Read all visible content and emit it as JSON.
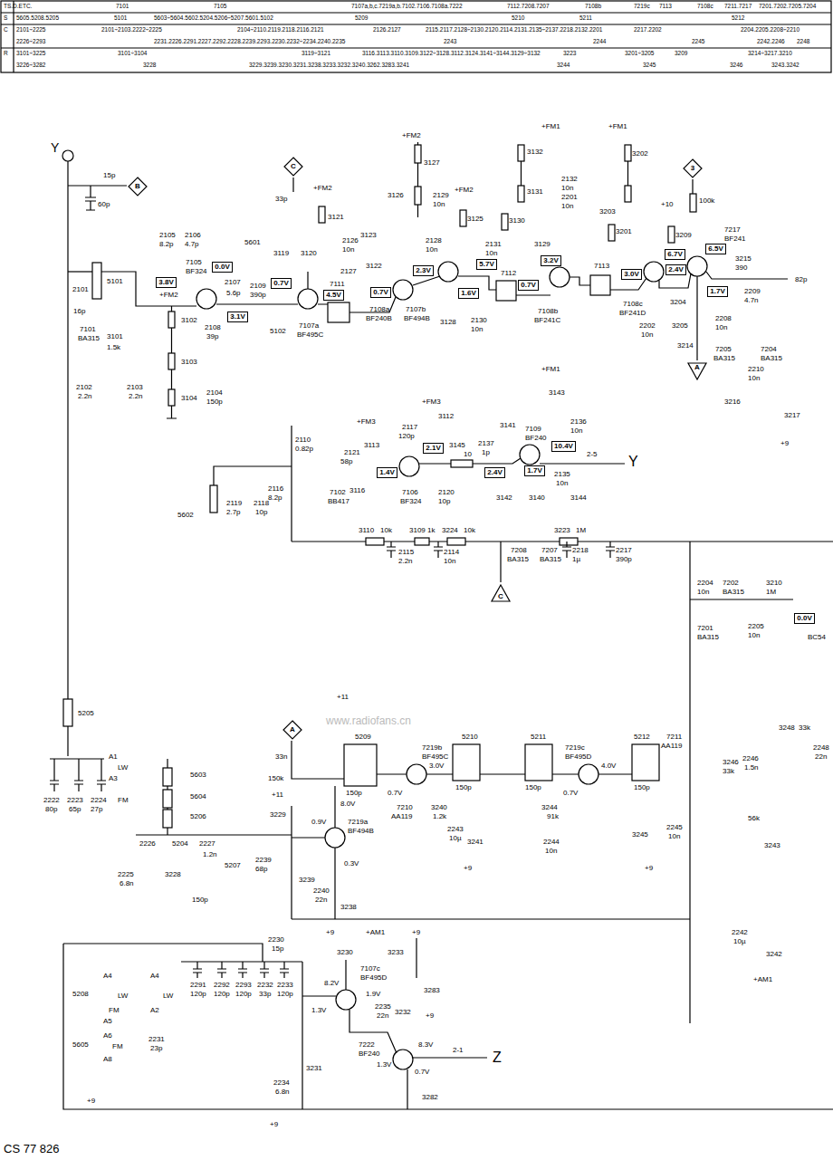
{
  "diagram": {
    "nodes": [
      {
        "text": [
          "C"
        ]
      },
      {
        "text": [
          "3"
        ]
      },
      {
        "text": [
          "B"
        ]
      },
      {
        "text": [
          "6.5V"
        ]
      },
      {
        "text": [
          "6.7V"
        ]
      },
      {
        "text": [
          "3.2V"
        ]
      },
      {
        "text": [
          "5.7V"
        ]
      },
      {
        "text": [
          "0.0V"
        ]
      },
      {
        "text": [
          "2.4V"
        ]
      },
      {
        "text": [
          "2.3V"
        ]
      },
      {
        "text": [
          "3.0V"
        ]
      },
      {
        "text": [
          "3.8V"
        ]
      },
      {
        "text": [
          "0.7V"
        ]
      },
      {
        "text": [
          "0.7V"
        ]
      },
      {
        "text": [
          "1.7V"
        ]
      },
      {
        "text": [
          "0.7V"
        ]
      },
      {
        "text": [
          "1.6V"
        ]
      },
      {
        "text": [
          "4.5V"
        ]
      },
      {
        "text": [
          "3.1V"
        ]
      },
      {
        "text": [
          "A"
        ]
      },
      {
        "text": [
          "10.4V"
        ]
      },
      {
        "text": [
          "2.1V"
        ]
      },
      {
        "text": [
          "1.7V"
        ]
      },
      {
        "text": [
          "1.4V"
        ]
      },
      {
        "text": [
          "2.4V"
        ]
      },
      {
        "text": [
          "C"
        ]
      },
      {
        "text": [
          "0.0V"
        ]
      },
      {
        "text": [
          "A"
        ]
      }
    ],
    "labels": [
      "TS.D.ETC.",
      "7101",
      "7105",
      "7107a,b,c.7219a,b.7102.7106.7108a.7222",
      "7112.7208.7207",
      "7108b",
      "7219c",
      "7113",
      "7108c",
      "7211.7217",
      "7201.7202.7205.7204",
      "S",
      "5605.5208.5205",
      "5101",
      "5603÷5604.5602.5204.5206÷5207.5601.5102",
      "5209",
      "5210",
      "5211",
      "5212",
      "C",
      "2101÷2225",
      "2101÷2103.2222÷2225",
      "2104÷2110.2119.2118.2116.2121",
      "2126.2127",
      "2115.2117.2128÷2130.2120.2114.2131.2135÷2137.2218.2132.2201",
      "2217.2202",
      "2204.2205.2208÷2210",
      "2226÷2293",
      "2231.2226.2291.2227.2292.2228.2239.2293.2230.2232÷2234.2240.2235",
      "2243",
      "2244",
      "2245",
      "2242.2246",
      "2248",
      "R",
      "3101÷3225",
      "3101÷3104",
      "3119÷3121",
      "3116.3113.3110.3109.3122÷3128.3112.3124.3141÷3144.3129÷3132",
      "3223",
      "3201÷3205",
      "3209",
      "3214÷3217.3210",
      "3226÷3282",
      "3228",
      "3229.3239.3230.3231.3238.3233.3232.3240.3262.3283.3241",
      "3244",
      "3245",
      "3246",
      "3243.3242",
      "Y",
      "15p",
      "60p",
      "2101",
      "16p",
      "7101",
      "BA315",
      "5101",
      "2102",
      "2.2n",
      "3101",
      "1.5k",
      "2103",
      "2.2n",
      "+FM2",
      "3102",
      "3103",
      "3104",
      "2104",
      "150p",
      "7105",
      "BF324",
      "2105",
      "8.2p",
      "2106",
      "4.7p",
      "5601",
      "2107",
      "5.6p",
      "2108",
      "39p",
      "2109",
      "390p",
      "5102",
      "+FM2",
      "33p",
      "3121",
      "3119",
      "3120",
      "2126",
      "10n",
      "7107a",
      "BF495C",
      "7111",
      "2127",
      "3123",
      "3122",
      "+FM2",
      "3127",
      "3126",
      "2129",
      "10n",
      "+FM2",
      "3125",
      "2128",
      "10n",
      "7108a",
      "BF240B",
      "7107b",
      "BF494B",
      "3128",
      "2130",
      "10n",
      "+FM1",
      "3132",
      "3131",
      "2132",
      "10n",
      "2201",
      "10n",
      "3130",
      "2131",
      "10n",
      "3129",
      "7112",
      "7108b",
      "BF241C",
      "7113",
      "+FM1",
      "3202",
      "3203",
      "3201",
      "+10",
      "3209",
      "7108c",
      "BF241D",
      "3204",
      "2202",
      "10n",
      "3205",
      "7217",
      "BF241",
      "3215",
      "390",
      "3214",
      "2209",
      "4.7n",
      "2208",
      "10n",
      "82p",
      "7205",
      "BA315",
      "7204",
      "BA315",
      "2210",
      "10n",
      "3216",
      "3217",
      "+9",
      "100k",
      "+FM3",
      "3112",
      "+FM3",
      "3113",
      "2117",
      "120p",
      "3145",
      "10",
      "2110",
      "0.82p",
      "2121",
      "58p",
      "3116",
      "7106",
      "BF324",
      "2120",
      "10p",
      "2137",
      "1p",
      "+FM1",
      "3143",
      "3141",
      "2136",
      "10n",
      "7109",
      "BF240",
      "3142",
      "3140",
      "2135",
      "10n",
      "3144",
      "2-5",
      "Y",
      "2116",
      "8.2p",
      "5602",
      "2119",
      "2.7p",
      "2118",
      "10p",
      "7102",
      "BB417",
      "3110",
      "10k",
      "3109",
      "1k",
      "3224",
      "10k",
      "3223",
      "1M",
      "2115",
      "2.2n",
      "2114",
      "10n",
      "7208",
      "BA315",
      "7207",
      "BA315",
      "2218",
      "1µ",
      "2217",
      "390p",
      "2204",
      "10n",
      "7202",
      "BA315",
      "3210",
      "1M",
      "7201",
      "BA315",
      "2205",
      "10n",
      "BC54",
      "www.radiofans.cn",
      "+11",
      "33n",
      "150k",
      "5209",
      "150p",
      "7219b",
      "BF495C",
      "0.7V",
      "3.0V",
      "5210",
      "150p",
      "5211",
      "150p",
      "7219c",
      "BF495D",
      "0.7V",
      "4.0V",
      "5212",
      "150p",
      "7211",
      "AA119",
      "3248",
      "33k",
      "2248",
      "22n",
      "2246",
      "1.5n",
      "3246",
      "33k",
      "7210",
      "AA119",
      "3240",
      "1.2k",
      "3244",
      "91k",
      "2243",
      "10µ",
      "3241",
      "+9",
      "2244",
      "10n",
      "3245",
      "2245",
      "10n",
      "+9",
      "56k",
      "3243",
      "2242",
      "10µ",
      "3242",
      "+AM1",
      "+11",
      "3229",
      "3239",
      "7219a",
      "BF494B",
      "8.0V",
      "0.9V",
      "0.3V",
      "2240",
      "22n",
      "3238",
      "5205",
      "2222",
      "80p",
      "2223",
      "65p",
      "2224",
      "27p",
      "A1",
      "LW",
      "A3",
      "FM",
      "5603",
      "5604",
      "5206",
      "2226",
      "5204",
      "2227",
      "1.2n",
      "5207",
      "2239",
      "68p",
      "2225",
      "6.8n",
      "3228",
      "150p",
      "2230",
      "15p",
      "+9",
      "+AM1",
      "+9",
      "3230",
      "7107c",
      "BF495D",
      "8.2V",
      "1.9V",
      "3233",
      "1.3V",
      "2235",
      "22n",
      "3232",
      "+9",
      "3283",
      "7222",
      "BF240",
      "8.3V",
      "1.3V",
      "0.7V",
      "2-1",
      "Z",
      "3231",
      "3282",
      "2234",
      "6.8n",
      "+9",
      "2291",
      "120p",
      "2292",
      "120p",
      "2293",
      "120p",
      "2232",
      "33p",
      "2233",
      "120p",
      "5208",
      "A4",
      "LW",
      "FM",
      "A5",
      "A4",
      "LW",
      "A2",
      "5605",
      "A6",
      "FM",
      "A8",
      "2231",
      "23p",
      "+9",
      "CS 77 826"
    ]
  }
}
